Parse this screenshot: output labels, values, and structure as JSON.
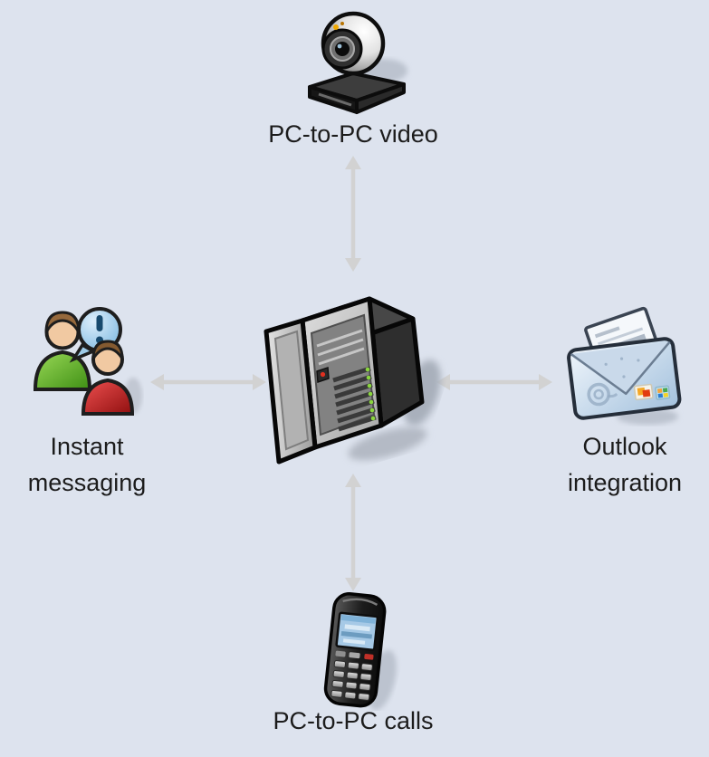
{
  "colors": {
    "background": "#dde3ee",
    "text": "#1c1c1c",
    "arrow": "#d2d2d2"
  },
  "center_node": {
    "icon": "server-tower-icon"
  },
  "nodes": {
    "top": {
      "label": "PC-to-PC video",
      "icon": "webcam-icon"
    },
    "left": {
      "line1": "Instant",
      "line2": "messaging",
      "icon": "instant-messaging-people-icon"
    },
    "right": {
      "line1": "Outlook",
      "line2": "integration",
      "icon": "email-envelope-icon"
    },
    "bottom": {
      "label": "PC-to-PC calls",
      "icon": "mobile-phone-icon"
    }
  }
}
